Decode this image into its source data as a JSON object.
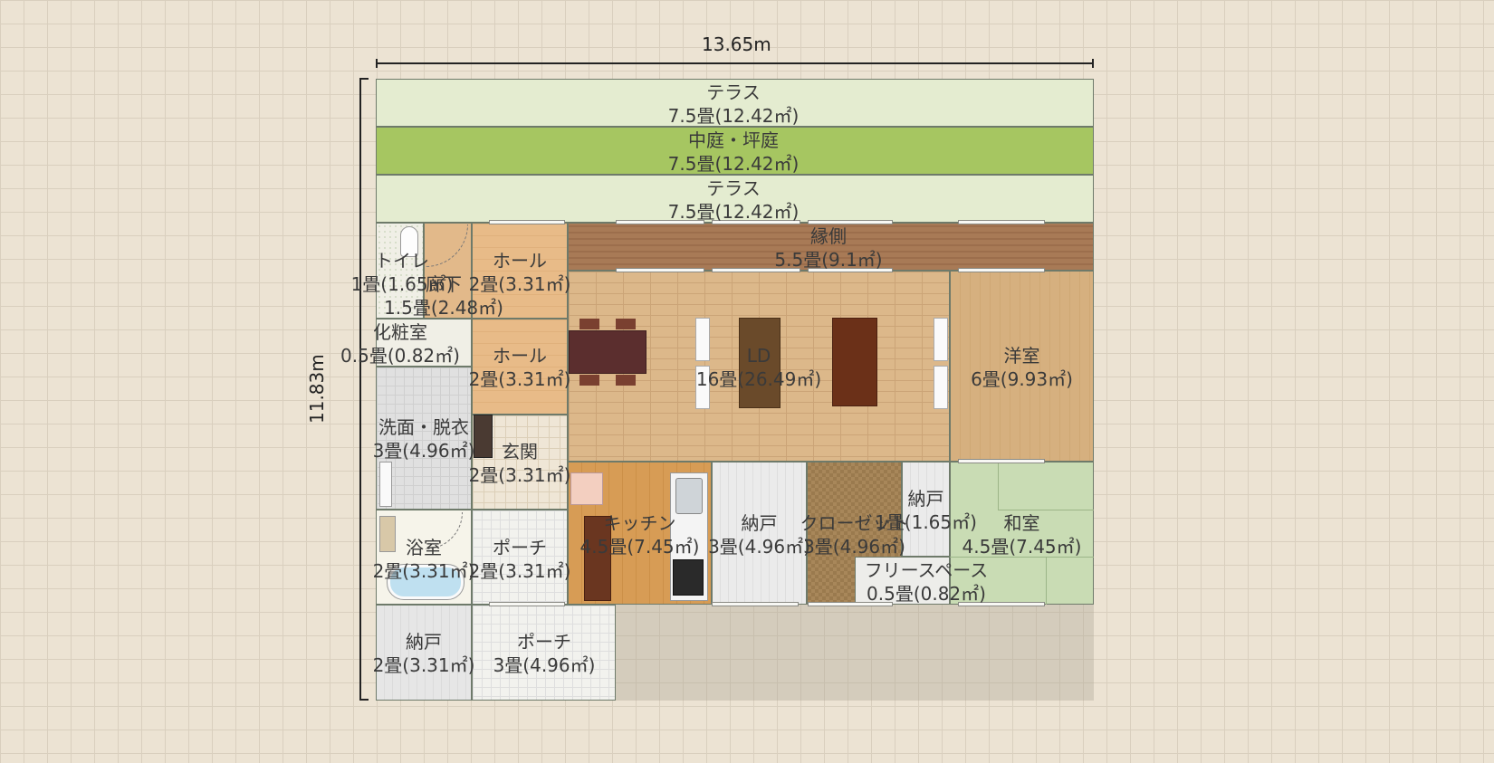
{
  "dimensions": {
    "width_label": "13.65m",
    "height_label": "11.83m"
  },
  "rooms": [
    {
      "id": "terrace-top",
      "name": "テラス",
      "area": "7.5畳(12.42㎡)",
      "color": "#e4ecd0"
    },
    {
      "id": "courtyard",
      "name": "中庭・坪庭",
      "area": "7.5畳(12.42㎡)",
      "color": "#a6c661"
    },
    {
      "id": "terrace-mid",
      "name": "テラス",
      "area": "7.5畳(12.42㎡)",
      "color": "#e4ecd0"
    },
    {
      "id": "engawa",
      "name": "縁側",
      "area": "5.5畳(9.1㎡)",
      "color": "#a87a56"
    },
    {
      "id": "toilet",
      "name": "トイレ",
      "area": "1畳(1.65㎡)",
      "color": "#f0efe6"
    },
    {
      "id": "corridor",
      "name": "廊下",
      "area": "1.5畳(2.48㎡)",
      "color": "#e2b98a"
    },
    {
      "id": "hall-1",
      "name": "ホール",
      "area": "2畳(3.31㎡)",
      "color": "#e8bb88"
    },
    {
      "id": "powder",
      "name": "化粧室",
      "area": "0.5畳(0.82㎡)",
      "color": "#f0efe6"
    },
    {
      "id": "hall-2",
      "name": "ホール",
      "area": "2畳(3.31㎡)",
      "color": "#e8bb88"
    },
    {
      "id": "ld",
      "name": "LD",
      "area": "16畳(26.49㎡)",
      "color": "#dcb88a"
    },
    {
      "id": "western",
      "name": "洋室",
      "area": "6畳(9.93㎡)",
      "color": "#d6b07f"
    },
    {
      "id": "washroom",
      "name": "洗面・脱衣",
      "area": "3畳(4.96㎡)",
      "color": "#e0e0e0"
    },
    {
      "id": "entrance",
      "name": "玄関",
      "area": "2畳(3.31㎡)",
      "color": "#efe6d6"
    },
    {
      "id": "kitchen",
      "name": "キッチン",
      "area": "4.5畳(7.45㎡)",
      "color": "#d79c55"
    },
    {
      "id": "storage-1",
      "name": "納戸",
      "area": "3畳(4.96㎡)",
      "color": "#ebebeb"
    },
    {
      "id": "closet",
      "name": "クローゼット",
      "area": "3畳(4.96㎡)",
      "color": "#a8875a"
    },
    {
      "id": "storage-2",
      "name": "納戸",
      "area": "1畳(1.65㎡)",
      "color": "#ebebeb"
    },
    {
      "id": "free-space",
      "name": "フリースペース",
      "area": "0.5畳(0.82㎡)",
      "color": "#ededea"
    },
    {
      "id": "washitsu",
      "name": "和室",
      "area": "4.5畳(7.45㎡)",
      "color": "#c9dcb4"
    },
    {
      "id": "bath",
      "name": "浴室",
      "area": "2畳(3.31㎡)",
      "color": "#f6f4ea"
    },
    {
      "id": "porch-1",
      "name": "ポーチ",
      "area": "2畳(3.31㎡)",
      "color": "#f2f2ee"
    },
    {
      "id": "storage-3",
      "name": "納戸",
      "area": "2畳(3.31㎡)",
      "color": "#e6e6e6"
    },
    {
      "id": "porch-2",
      "name": "ポーチ",
      "area": "3畳(4.96㎡)",
      "color": "#f2f2ee"
    }
  ]
}
